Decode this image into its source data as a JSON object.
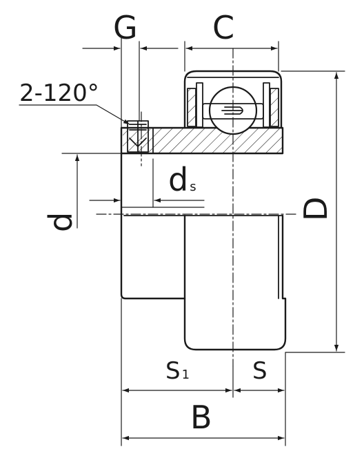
{
  "labels": {
    "g": "G",
    "c": "C",
    "angle": "2-120°",
    "ds_main": "d",
    "ds_sub": "s",
    "d": "d",
    "D": "D",
    "s1_main": "S",
    "s1_sub": "1",
    "s": "S",
    "b": "B"
  }
}
